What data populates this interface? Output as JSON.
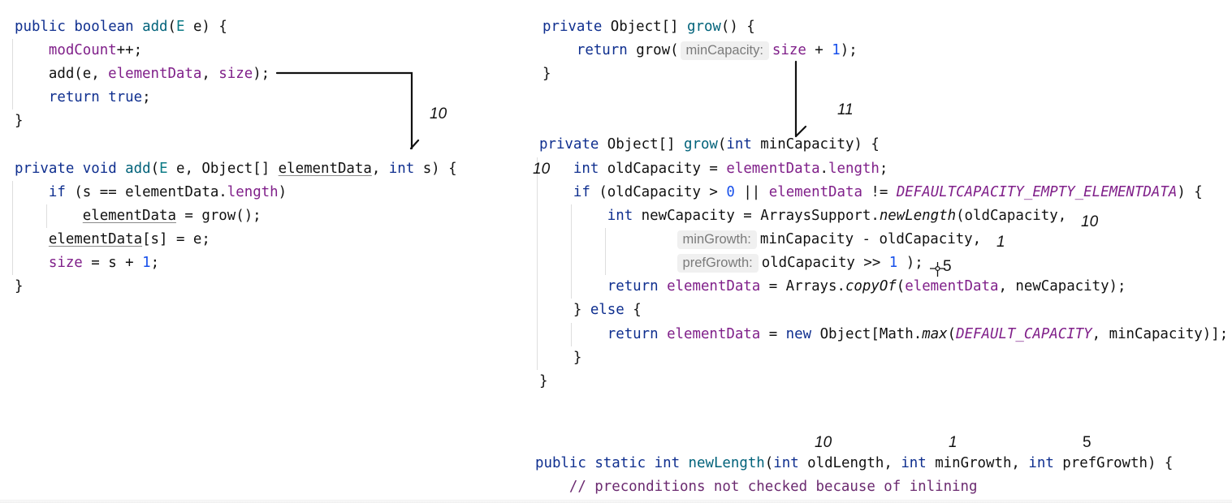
{
  "theme": {
    "background": "#ffffff",
    "keyword": "#0f2f8f",
    "field": "#80208a",
    "method_declaration": "#00627a",
    "number": "#1750eb",
    "type_parameter": "#0c7b86",
    "plain_text": "#111111",
    "constant": "#80208a",
    "static_method_call": "#111111",
    "comment": "#6b2a70",
    "inlay_hint_text": "#7b7b7b",
    "inlay_hint_background": "#f0f0f0",
    "indent_guide": "#dedede",
    "annotation_ink": "#111111"
  },
  "code_blocks": [
    {
      "lines": [
        {
          "tokens": [
            {
              "t": "public",
              "k": "kw"
            },
            {
              "t": " ",
              "k": "pl"
            },
            {
              "t": "boolean",
              "k": "kw"
            },
            {
              "t": " ",
              "k": "pl"
            },
            {
              "t": "add",
              "k": "decl"
            },
            {
              "t": "(",
              "k": "pl"
            },
            {
              "t": "E",
              "k": "tp"
            },
            {
              "t": " e) {",
              "k": "pl"
            }
          ]
        },
        {
          "tokens": [
            {
              "t": "    ",
              "k": "pl"
            },
            {
              "t": "modCount",
              "k": "fld"
            },
            {
              "t": "++;",
              "k": "pl"
            }
          ]
        },
        {
          "tokens": [
            {
              "t": "    add(e, ",
              "k": "pl"
            },
            {
              "t": "elementData",
              "k": "fld"
            },
            {
              "t": ", ",
              "k": "pl"
            },
            {
              "t": "size",
              "k": "fld"
            },
            {
              "t": ");",
              "k": "pl"
            }
          ]
        },
        {
          "tokens": [
            {
              "t": "    ",
              "k": "pl"
            },
            {
              "t": "return",
              "k": "kw"
            },
            {
              "t": " ",
              "k": "pl"
            },
            {
              "t": "true",
              "k": "kw"
            },
            {
              "t": ";",
              "k": "pl"
            }
          ]
        },
        {
          "tokens": [
            {
              "t": "}",
              "k": "pl"
            }
          ]
        }
      ]
    },
    {
      "lines": [
        {
          "tokens": [
            {
              "t": "private",
              "k": "kw"
            },
            {
              "t": " ",
              "k": "pl"
            },
            {
              "t": "void",
              "k": "kw"
            },
            {
              "t": " ",
              "k": "pl"
            },
            {
              "t": "add",
              "k": "decl"
            },
            {
              "t": "(",
              "k": "pl"
            },
            {
              "t": "E",
              "k": "tp"
            },
            {
              "t": " e, Object[] ",
              "k": "pl"
            },
            {
              "t": "elementData",
              "k": "ul"
            },
            {
              "t": ", ",
              "k": "pl"
            },
            {
              "t": "int",
              "k": "kw"
            },
            {
              "t": " s) {",
              "k": "pl"
            }
          ]
        },
        {
          "tokens": [
            {
              "t": "    ",
              "k": "pl"
            },
            {
              "t": "if",
              "k": "kw"
            },
            {
              "t": " (s == elementData.",
              "k": "pl"
            },
            {
              "t": "length",
              "k": "fld"
            },
            {
              "t": ")",
              "k": "pl"
            }
          ]
        },
        {
          "tokens": [
            {
              "t": "        ",
              "k": "pl"
            },
            {
              "t": "elementData",
              "k": "ul"
            },
            {
              "t": " = grow();",
              "k": "pl"
            }
          ]
        },
        {
          "tokens": [
            {
              "t": "    ",
              "k": "pl"
            },
            {
              "t": "elementData",
              "k": "ul"
            },
            {
              "t": "[s] = e;",
              "k": "pl"
            }
          ]
        },
        {
          "tokens": [
            {
              "t": "    ",
              "k": "pl"
            },
            {
              "t": "size",
              "k": "fld"
            },
            {
              "t": " = s + ",
              "k": "pl"
            },
            {
              "t": "1",
              "k": "num"
            },
            {
              "t": ";",
              "k": "pl"
            }
          ]
        },
        {
          "tokens": [
            {
              "t": "}",
              "k": "pl"
            }
          ]
        }
      ]
    },
    {
      "lines": [
        {
          "tokens": [
            {
              "t": "private",
              "k": "kw"
            },
            {
              "t": " Object[] ",
              "k": "pl"
            },
            {
              "t": "grow",
              "k": "decl"
            },
            {
              "t": "() {",
              "k": "pl"
            }
          ]
        },
        {
          "tokens": [
            {
              "t": "    ",
              "k": "pl"
            },
            {
              "t": "return",
              "k": "kw"
            },
            {
              "t": " grow(",
              "k": "pl"
            },
            {
              "t": "minCapacity:",
              "k": "hint"
            },
            {
              "t": "size",
              "k": "fld"
            },
            {
              "t": " + ",
              "k": "pl"
            },
            {
              "t": "1",
              "k": "num"
            },
            {
              "t": ");",
              "k": "pl"
            }
          ]
        },
        {
          "tokens": [
            {
              "t": "}",
              "k": "pl"
            }
          ]
        }
      ]
    },
    {
      "lines": [
        {
          "tokens": [
            {
              "t": "private",
              "k": "kw"
            },
            {
              "t": " Object[] ",
              "k": "pl"
            },
            {
              "t": "grow",
              "k": "decl"
            },
            {
              "t": "(",
              "k": "pl"
            },
            {
              "t": "int",
              "k": "kw"
            },
            {
              "t": " minCapacity) {",
              "k": "pl"
            }
          ]
        },
        {
          "tokens": [
            {
              "t": "    ",
              "k": "pl"
            },
            {
              "t": "int",
              "k": "kw"
            },
            {
              "t": " oldCapacity = ",
              "k": "pl"
            },
            {
              "t": "elementData",
              "k": "fld"
            },
            {
              "t": ".",
              "k": "pl"
            },
            {
              "t": "length",
              "k": "fld"
            },
            {
              "t": ";",
              "k": "pl"
            }
          ]
        },
        {
          "tokens": [
            {
              "t": "    ",
              "k": "pl"
            },
            {
              "t": "if",
              "k": "kw"
            },
            {
              "t": " (oldCapacity > ",
              "k": "pl"
            },
            {
              "t": "0",
              "k": "num"
            },
            {
              "t": " || ",
              "k": "pl"
            },
            {
              "t": "elementData",
              "k": "fld"
            },
            {
              "t": " != ",
              "k": "pl"
            },
            {
              "t": "DEFAULTCAPACITY_EMPTY_ELEMENTDATA",
              "k": "cst"
            },
            {
              "t": ") {",
              "k": "pl"
            }
          ]
        },
        {
          "tokens": [
            {
              "t": "        ",
              "k": "pl"
            },
            {
              "t": "int",
              "k": "kw"
            },
            {
              "t": " newCapacity = ArraysSupport.",
              "k": "pl"
            },
            {
              "t": "newLength",
              "k": "smc"
            },
            {
              "t": "(oldCapacity,",
              "k": "pl"
            }
          ]
        },
        {
          "tokens": [
            {
              "t": "                ",
              "k": "pl"
            },
            {
              "t": "minGrowth:",
              "k": "hint"
            },
            {
              "t": "minCapacity - oldCapacity,",
              "k": "pl"
            }
          ]
        },
        {
          "tokens": [
            {
              "t": "                ",
              "k": "pl"
            },
            {
              "t": "prefGrowth:",
              "k": "hint"
            },
            {
              "t": "oldCapacity >> ",
              "k": "pl"
            },
            {
              "t": "1",
              "k": "num"
            },
            {
              "t": " );",
              "k": "pl"
            }
          ]
        },
        {
          "tokens": [
            {
              "t": "        ",
              "k": "pl"
            },
            {
              "t": "return",
              "k": "kw"
            },
            {
              "t": " ",
              "k": "pl"
            },
            {
              "t": "elementData",
              "k": "fld"
            },
            {
              "t": " = Arrays.",
              "k": "pl"
            },
            {
              "t": "copyOf",
              "k": "smc"
            },
            {
              "t": "(",
              "k": "pl"
            },
            {
              "t": "elementData",
              "k": "fld"
            },
            {
              "t": ", newCapacity);",
              "k": "pl"
            }
          ]
        },
        {
          "tokens": [
            {
              "t": "    } ",
              "k": "pl"
            },
            {
              "t": "else",
              "k": "kw"
            },
            {
              "t": " {",
              "k": "pl"
            }
          ]
        },
        {
          "tokens": [
            {
              "t": "        ",
              "k": "pl"
            },
            {
              "t": "return",
              "k": "kw"
            },
            {
              "t": " ",
              "k": "pl"
            },
            {
              "t": "elementData",
              "k": "fld"
            },
            {
              "t": " = ",
              "k": "pl"
            },
            {
              "t": "new",
              "k": "kw"
            },
            {
              "t": " Object[Math.",
              "k": "pl"
            },
            {
              "t": "max",
              "k": "smc"
            },
            {
              "t": "(",
              "k": "pl"
            },
            {
              "t": "DEFAULT_CAPACITY",
              "k": "cst"
            },
            {
              "t": ", minCapacity)];",
              "k": "pl"
            }
          ]
        },
        {
          "tokens": [
            {
              "t": "    }",
              "k": "pl"
            }
          ]
        },
        {
          "tokens": [
            {
              "t": "}",
              "k": "pl"
            }
          ]
        }
      ]
    },
    {
      "lines": [
        {
          "tokens": [
            {
              "t": "public",
              "k": "kw"
            },
            {
              "t": " ",
              "k": "pl"
            },
            {
              "t": "static",
              "k": "kw"
            },
            {
              "t": " ",
              "k": "pl"
            },
            {
              "t": "int",
              "k": "kw"
            },
            {
              "t": " ",
              "k": "pl"
            },
            {
              "t": "newLength",
              "k": "decl"
            },
            {
              "t": "(",
              "k": "pl"
            },
            {
              "t": "int",
              "k": "kw"
            },
            {
              "t": " oldLength, ",
              "k": "pl"
            },
            {
              "t": "int",
              "k": "kw"
            },
            {
              "t": " minGrowth, ",
              "k": "pl"
            },
            {
              "t": "int",
              "k": "kw"
            },
            {
              "t": " prefGrowth) {",
              "k": "pl"
            }
          ]
        },
        {
          "tokens": [
            {
              "t": "    ",
              "k": "pl"
            },
            {
              "t": "// preconditions not checked because of inlining",
              "k": "cmt"
            }
          ]
        }
      ]
    }
  ],
  "annotations": [
    {
      "text": "10"
    },
    {
      "text": "11"
    },
    {
      "text": "10"
    },
    {
      "text": "10"
    },
    {
      "text": "1"
    },
    {
      "text": "5"
    },
    {
      "text": "10"
    },
    {
      "text": "1"
    },
    {
      "text": "5"
    }
  ],
  "cursor": {
    "icon": "crosshair-cursor"
  }
}
